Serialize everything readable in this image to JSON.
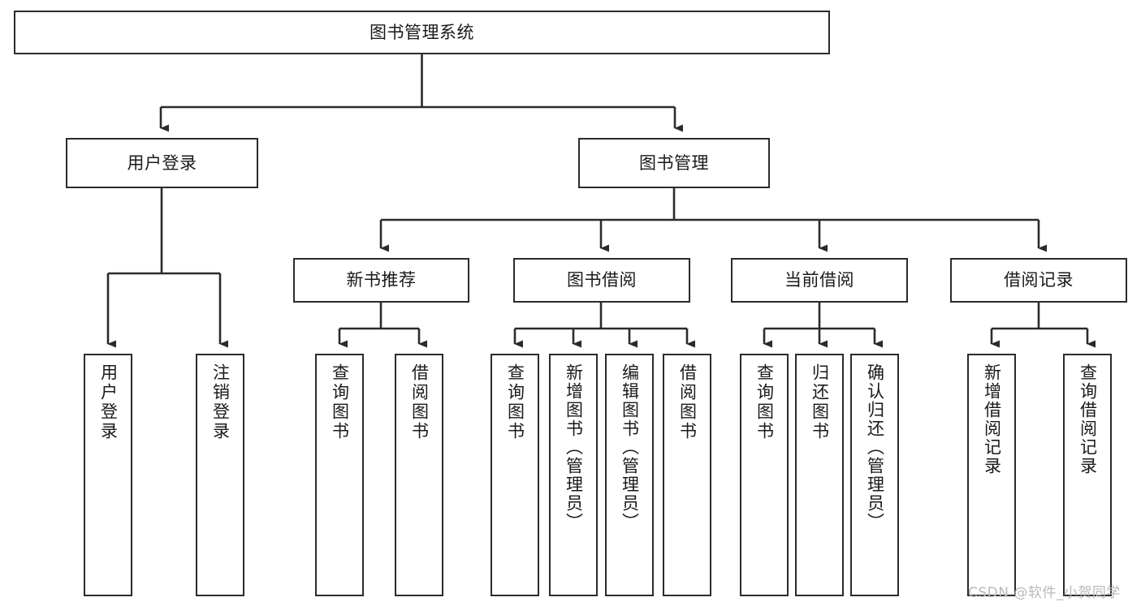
{
  "diagram": {
    "title": "图书管理系统",
    "type": "tree-hierarchy",
    "orientation": "top-down",
    "colors": {
      "box_stroke": "#2b2b2b",
      "box_fill": "#ffffff",
      "text": "#1a1a1a",
      "edge": "#2b2b2b",
      "background": "#ffffff",
      "watermark": "#b9b9b9"
    },
    "root": {
      "label": "图书管理系统"
    },
    "level2": [
      {
        "label": "用户登录"
      },
      {
        "label": "图书管理"
      }
    ],
    "level3": [
      {
        "label": "新书推荐"
      },
      {
        "label": "图书借阅"
      },
      {
        "label": "当前借阅"
      },
      {
        "label": "借阅记录"
      }
    ],
    "leaves": {
      "user_login": [
        {
          "label": "用户登录"
        },
        {
          "label": "注销登录"
        }
      ],
      "new_book_recommend": [
        {
          "label": "查询图书"
        },
        {
          "label": "借阅图书"
        }
      ],
      "book_borrow": [
        {
          "label": "查询图书"
        },
        {
          "label": "新增图书（管理员）"
        },
        {
          "label": "编辑图书（管理员）"
        },
        {
          "label": "借阅图书"
        }
      ],
      "current_borrow": [
        {
          "label": "查询图书"
        },
        {
          "label": "归还图书"
        },
        {
          "label": "确认归还（管理员）"
        }
      ],
      "borrow_record": [
        {
          "label": "新增借阅记录"
        },
        {
          "label": "查询借阅记录"
        }
      ]
    }
  },
  "watermark": {
    "text": "CSDN @软件_小贺同学"
  }
}
